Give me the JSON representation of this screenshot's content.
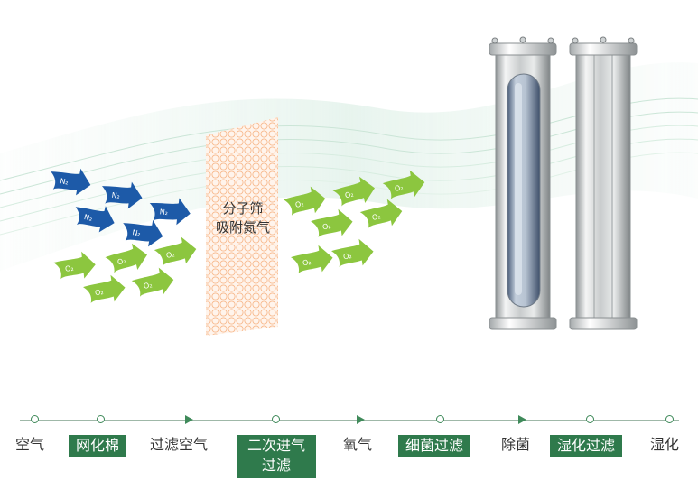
{
  "colors": {
    "green_arrow": "#8cc63f",
    "blue_arrow": "#1d5aa8",
    "step_highlight": "#2f7a4c",
    "line": "#9fb8a8",
    "sieve_orange": "#f4a46b"
  },
  "molecules": {
    "nitrogen_label": "N2",
    "oxygen_label": "O2"
  },
  "sieve": {
    "line1": "分子筛",
    "line2": "吸附氮气"
  },
  "process_steps": [
    {
      "label": "空气",
      "highlighted": false
    },
    {
      "label": "网化棉",
      "highlighted": true
    },
    {
      "label": "过滤空气",
      "highlighted": false
    },
    {
      "label": "二次进气",
      "label2": "过滤",
      "highlighted": true
    },
    {
      "label": "氧气",
      "highlighted": false
    },
    {
      "label": "细菌过滤",
      "highlighted": true
    },
    {
      "label": "除菌",
      "highlighted": false
    },
    {
      "label": "湿化过滤",
      "highlighted": true
    },
    {
      "label": "湿化",
      "highlighted": false
    }
  ]
}
